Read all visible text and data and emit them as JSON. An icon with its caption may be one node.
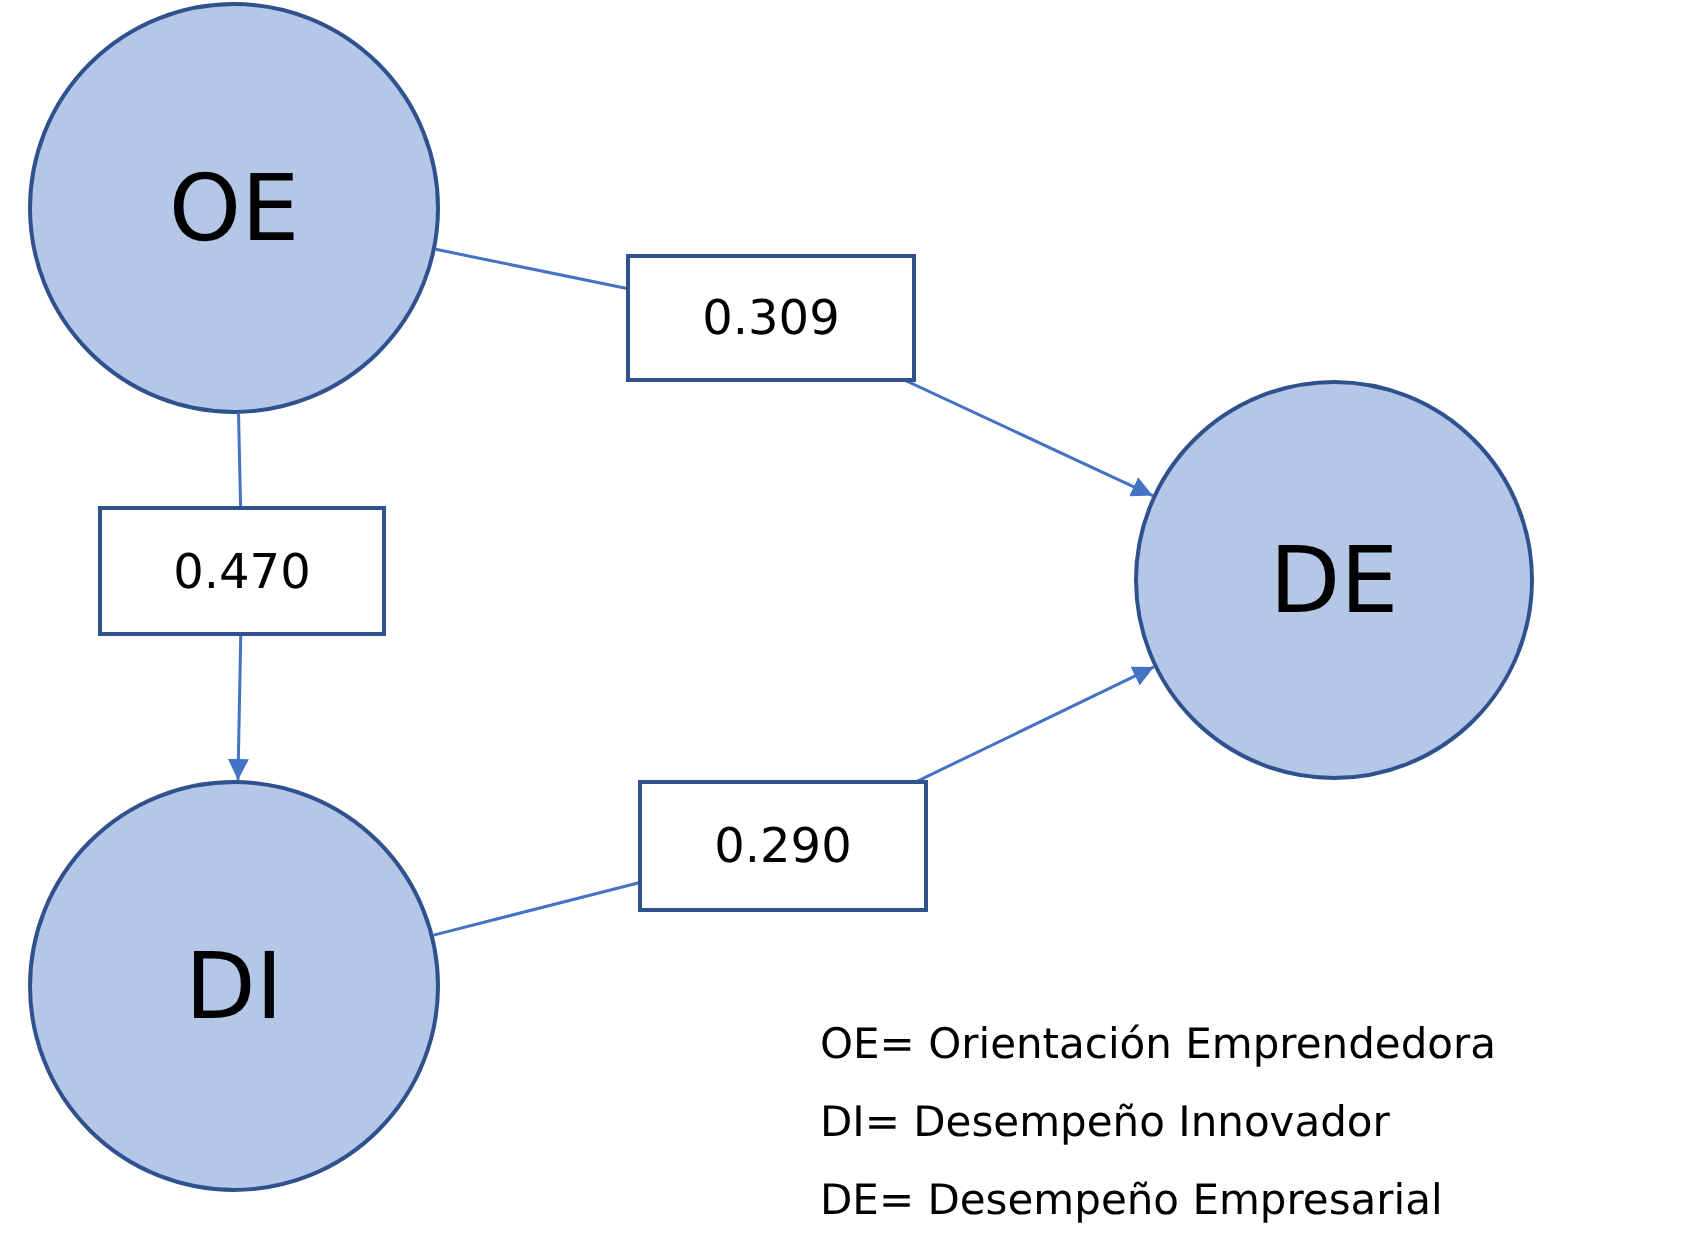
{
  "diagram": {
    "nodes": [
      {
        "text": [
          "OE"
        ]
      },
      {
        "text": [
          "DE"
        ]
      },
      {
        "text": [
          "DI"
        ]
      }
    ],
    "edges": [
      {
        "from": 0,
        "to": 1,
        "arrow": "to",
        "label": "0.309"
      },
      {
        "from": 0,
        "to": 2,
        "arrow": "to",
        "label": "0.470"
      },
      {
        "from": 2,
        "to": 1,
        "arrow": "to",
        "label": "0.290"
      }
    ],
    "labels": [
      "OE= Orientación Emprendedora",
      "DI= Desempeño Innovador",
      "DE= Desempeño Empresarial"
    ]
  }
}
